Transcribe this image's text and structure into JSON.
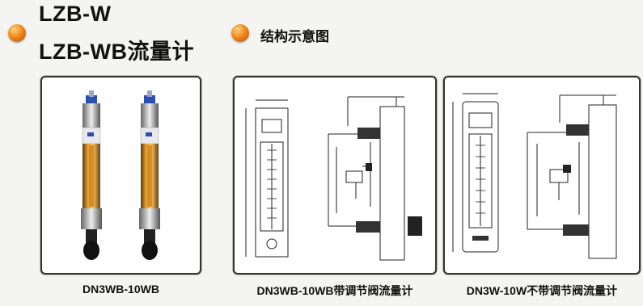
{
  "header": {
    "model_line1": "LZB-W",
    "model_line2": "LZB-WB流量计",
    "section_title": "结构示意图"
  },
  "panels": {
    "photo_caption": "DN3WB-10WB",
    "diagram1_caption": "DN3WB-10WB带调节阀流量计",
    "diagram2_caption": "DN3W-10W不带调节阀流量计"
  },
  "colors": {
    "bullet_orange": "#f08a1c",
    "tube_orange": "#e0921e",
    "cap_blue": "#2b4fb0",
    "panel_border": "#333333"
  },
  "icons": {
    "bullet": "orange-sphere-icon"
  }
}
